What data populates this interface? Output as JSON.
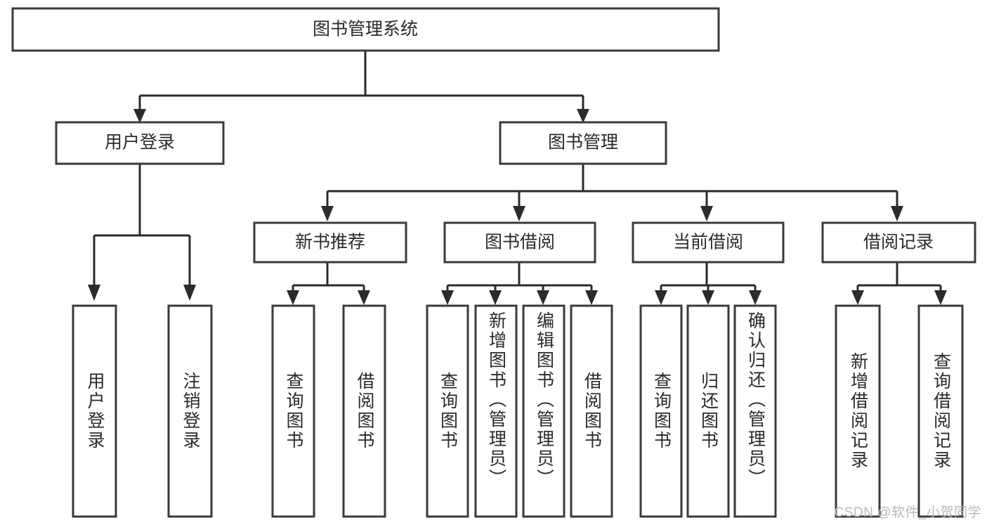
{
  "diagram": {
    "type": "tree",
    "title": "图书管理系统",
    "root": {
      "id": "root",
      "label": "图书管理系统",
      "orientation": "horizontal"
    },
    "level2": [
      {
        "id": "user-login",
        "label": "用户登录",
        "orientation": "horizontal"
      },
      {
        "id": "book-manage",
        "label": "图书管理",
        "orientation": "horizontal"
      }
    ],
    "level3": [
      {
        "id": "new-book-recommend",
        "label": "新书推荐",
        "orientation": "horizontal",
        "parent": "book-manage"
      },
      {
        "id": "book-borrow",
        "label": "图书借阅",
        "orientation": "horizontal",
        "parent": "book-manage"
      },
      {
        "id": "current-borrow",
        "label": "当前借阅",
        "orientation": "horizontal",
        "parent": "book-manage"
      },
      {
        "id": "borrow-record",
        "label": "借阅记录",
        "orientation": "horizontal",
        "parent": "book-manage"
      }
    ],
    "leaves": [
      {
        "id": "leaf-user-login",
        "label": "用户登录",
        "orientation": "vertical",
        "parent": "user-login"
      },
      {
        "id": "leaf-user-logout",
        "label": "注销登录",
        "orientation": "vertical",
        "parent": "user-login"
      },
      {
        "id": "leaf-query-book-1",
        "label": "查询图书",
        "orientation": "vertical",
        "parent": "new-book-recommend"
      },
      {
        "id": "leaf-borrow-book-1",
        "label": "借阅图书",
        "orientation": "vertical",
        "parent": "new-book-recommend"
      },
      {
        "id": "leaf-query-book-2",
        "label": "查询图书",
        "orientation": "vertical",
        "parent": "book-borrow"
      },
      {
        "id": "leaf-add-book",
        "label": "新增图书（管理员）",
        "orientation": "vertical",
        "parent": "book-borrow"
      },
      {
        "id": "leaf-edit-book",
        "label": "编辑图书（管理员）",
        "orientation": "vertical",
        "parent": "book-borrow"
      },
      {
        "id": "leaf-borrow-book-2",
        "label": "借阅图书",
        "orientation": "vertical",
        "parent": "book-borrow"
      },
      {
        "id": "leaf-query-book-3",
        "label": "查询图书",
        "orientation": "vertical",
        "parent": "current-borrow"
      },
      {
        "id": "leaf-return-book",
        "label": "归还图书",
        "orientation": "vertical",
        "parent": "current-borrow"
      },
      {
        "id": "leaf-confirm-return",
        "label": "确认归还（管理员）",
        "orientation": "vertical",
        "parent": "current-borrow"
      },
      {
        "id": "leaf-add-record",
        "label": "新增借阅记录",
        "orientation": "vertical",
        "parent": "borrow-record"
      },
      {
        "id": "leaf-query-record",
        "label": "查询借阅记录",
        "orientation": "vertical",
        "parent": "borrow-record"
      }
    ]
  },
  "watermark": {
    "text": "CSDN @软件_小贺同学"
  },
  "colors": {
    "box_stroke": "#3a3a3a",
    "connector": "#2b2b2b",
    "text": "#2a2a2a",
    "background": "#ffffff",
    "watermark": "#b9b9b9"
  }
}
